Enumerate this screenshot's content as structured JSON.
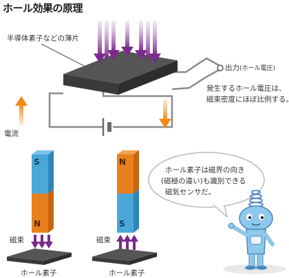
{
  "title": "ホール効果の原理",
  "labels": {
    "thin_plate": "半導体素子などの薄片",
    "output": "出力",
    "output_note": "(ホール電圧)",
    "output_desc_line1": "発生するホール電圧は、",
    "output_desc_line2": "磁束密度にほぼ比例する。",
    "current": "電流",
    "magnetic_flux_left": "磁束",
    "magnetic_flux_right": "磁束",
    "hall_element_left": "ホール素子",
    "hall_element_right": "ホール素子"
  },
  "magnets": {
    "left": {
      "top_pole": "S",
      "bottom_pole": "N"
    },
    "right": {
      "top_pole": "N",
      "bottom_pole": "S"
    }
  },
  "bubble": {
    "line1": "ホール素子は磁界の向き",
    "line2": "(磁極の違い)も識別できる",
    "line3": "磁気センサだ。"
  },
  "colors": {
    "field_arrow": "#8a3a9c",
    "current_arrow": "#f08a1a",
    "magnet_blue": "#4aa8d8",
    "magnet_orange": "#e8801e",
    "element_dark": "#444444",
    "wire": "#888888"
  }
}
